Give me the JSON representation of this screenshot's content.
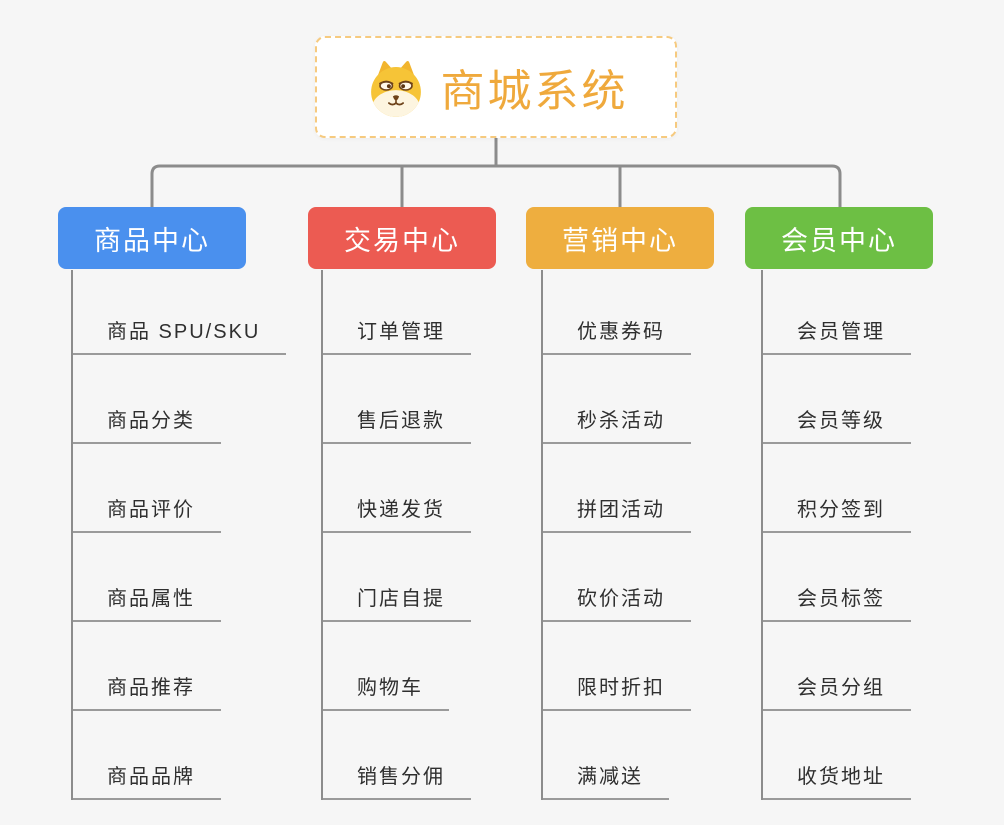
{
  "canvas": {
    "background": "#f6f6f6",
    "connector_color": "#8c8c8c",
    "underline_color": "#9a9a9a",
    "item_text_color": "#2f2f2f"
  },
  "root": {
    "title": "商城系统",
    "icon": "shiba-dog-icon",
    "text_color": "#efa93c",
    "border_color": "#f6ca7f",
    "background": "#ffffff"
  },
  "branches": [
    {
      "label": "商品中心",
      "color": "#4a90ee",
      "items": [
        "商品 SPU/SKU",
        "商品分类",
        "商品评价",
        "商品属性",
        "商品推荐",
        "商品品牌"
      ]
    },
    {
      "label": "交易中心",
      "color": "#ec5b52",
      "items": [
        "订单管理",
        "售后退款",
        "快递发货",
        "门店自提",
        "购物车",
        "销售分佣"
      ]
    },
    {
      "label": "营销中心",
      "color": "#eeae3f",
      "items": [
        "优惠券码",
        "秒杀活动",
        "拼团活动",
        "砍价活动",
        "限时折扣",
        "满减送"
      ]
    },
    {
      "label": "会员中心",
      "color": "#6dbf44",
      "items": [
        "会员管理",
        "会员等级",
        "积分签到",
        "会员标签",
        "会员分组",
        "收货地址"
      ]
    }
  ]
}
